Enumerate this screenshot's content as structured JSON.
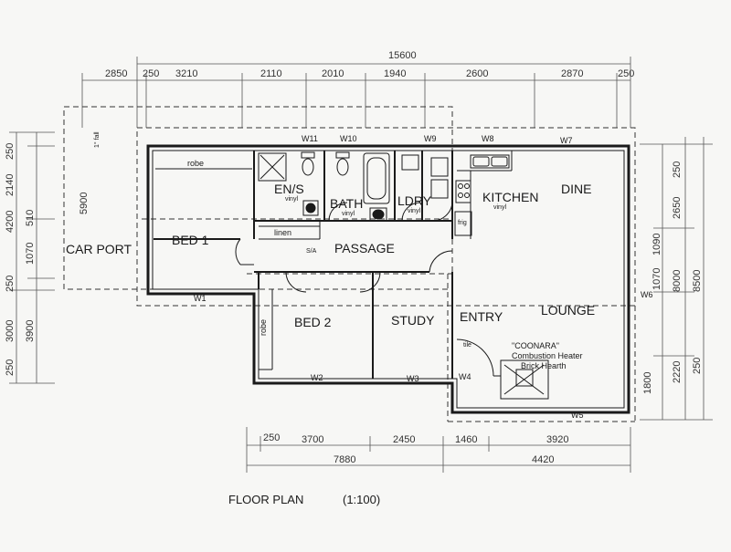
{
  "plan": {
    "title": "FLOOR PLAN",
    "scale": "(1:100)",
    "fall_note": "1° fall"
  },
  "rooms": {
    "bed1": "BED 1",
    "bed2": "BED 2",
    "study": "STUDY",
    "entry": "ENTRY",
    "lounge": "LOUNGE",
    "dine": "DINE",
    "kitchen": "KITCHEN",
    "ldry": "LDRY",
    "bath": "BATH",
    "ens": "EN/S",
    "passage": "PASSAGE",
    "carport": "CAR PORT"
  },
  "fixtures": {
    "robe1": "robe",
    "robe2": "robe",
    "linen": "linen",
    "sa": "S/A",
    "frig": "frig",
    "tile": "tile",
    "vinyl_ens": "vinyl",
    "vinyl_bath": "vinyl",
    "vinyl_ldry": "vinyl",
    "vinyl_kitchen": "vinyl",
    "heater1": "\"COONARA\"",
    "heater2": "Combustion Heater",
    "heater3": "Brick Hearth"
  },
  "windows": {
    "w1": "W1",
    "w2": "W2",
    "w3": "W3",
    "w4": "W4",
    "w5": "W5",
    "w6": "W6",
    "w7": "W7",
    "w8": "W8",
    "w9": "W9",
    "w10": "W10",
    "w11": "W11"
  },
  "dimensions": {
    "overall_top": "15600",
    "top_row": [
      "2850",
      "250",
      "3210",
      "2110",
      "2010",
      "1940",
      "2600",
      "2870",
      "250"
    ],
    "bottom_row": [
      "250",
      "3700",
      "2450",
      "1460",
      "3920"
    ],
    "bottom_totals": [
      "7880",
      "4420"
    ],
    "left_outer": [
      "5900",
      "3900"
    ],
    "left_inner": [
      "250",
      "2140",
      "4200",
      "510",
      "1070",
      "250",
      "3000",
      "250"
    ],
    "right_inner": [
      "250",
      "2650",
      "1090",
      "1070",
      "1800",
      "2220",
      "250"
    ],
    "right_outer": [
      "8000",
      "8500"
    ]
  },
  "colors": {
    "line": "#1a1a1a",
    "paper": "#f7f7f5"
  }
}
